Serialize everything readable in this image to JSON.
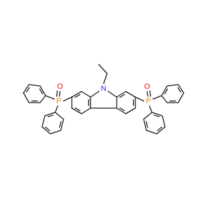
{
  "molecule": {
    "colors": {
      "bond": "#1a1a1a",
      "nitrogen": "#2233ee",
      "phosphorus": "#e08a00",
      "oxygen": "#ee1111"
    },
    "atom_labels": {
      "nitrogen": "N",
      "oxygen_left": "O",
      "phosphorus_left": "P",
      "oxygen_right": "O",
      "phosphorus_right": "P"
    }
  }
}
